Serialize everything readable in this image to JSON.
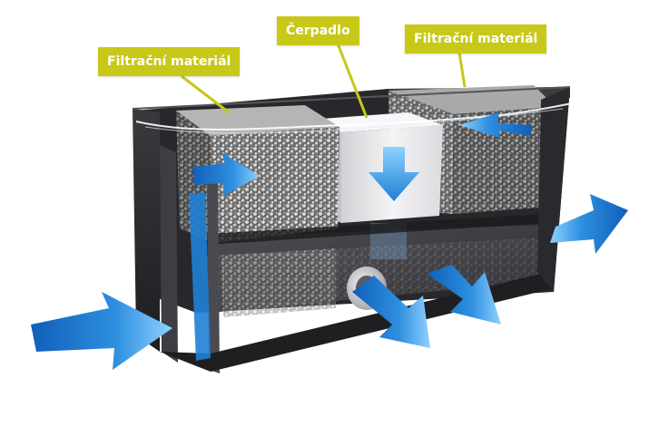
{
  "labels": {
    "filter_left": "Filtrační materiál",
    "pump": "Čerpadlo",
    "filter_right": "Filtrační materiál"
  },
  "colors": {
    "label_bg": "#c8c818",
    "label_text": "#ffffff",
    "tank_body": "#2f2f33",
    "sponge": "#8a8a8a",
    "pump_body": "#e4e4e8",
    "flow_arrow": "#2e8fe0",
    "water_line": "#ffffff"
  },
  "icons": {
    "flow": "arrow-icon",
    "pump": "pump-box-icon",
    "filter": "sponge-block-icon"
  }
}
